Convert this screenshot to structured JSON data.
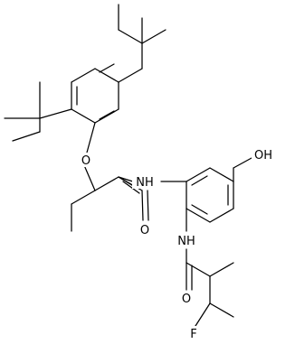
{
  "figure": {
    "kind": "chemical-structure-skeletal",
    "background": "#ffffff",
    "bond_color": "#000000",
    "atom_labels": {
      "o_ether": "O",
      "o_amide1": "O",
      "o_amide2": "O",
      "oh": "OH",
      "nh1": "NH",
      "nh2": "NH",
      "f": "F"
    }
  }
}
